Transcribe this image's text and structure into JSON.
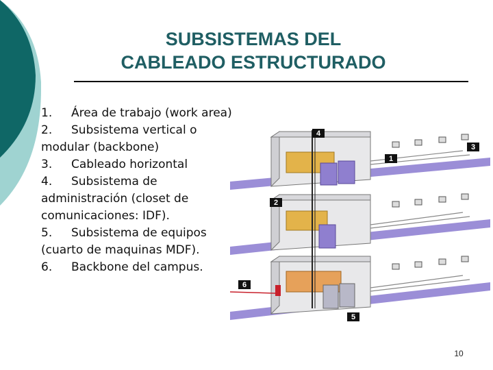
{
  "slide": {
    "title_line1": "SUBSISTEMAS DEL",
    "title_line2": "CABLEADO ESTRUCTURADO",
    "page_number": "10"
  },
  "items": [
    {
      "num": "1.",
      "text": "Área de trabajo (work area)"
    },
    {
      "num": "2.",
      "text": "Subsistema vertical o modular (backbone)"
    },
    {
      "num": "3.",
      "text": "Cableado horizontal"
    },
    {
      "num": "4.",
      "text": "Subsistema de administración (closet de comunicaciones: IDF)."
    },
    {
      "num": "5.",
      "text": "Subsistema de equipos (cuarto de maquinas MDF)."
    },
    {
      "num": "6.",
      "text": "Backbone del campus."
    }
  ],
  "diagram": {
    "badges": [
      "4",
      "3",
      "1",
      "2",
      "6",
      "5"
    ],
    "colors": {
      "accent_dark": "#0f6766",
      "accent_light": "#9fd3d1",
      "floor_band": "#8a7ad0",
      "patch_panel": "#e3b34a",
      "equipment": "#8f7fcf",
      "badge": "#111111",
      "campus_cable": "#c8202b"
    }
  }
}
